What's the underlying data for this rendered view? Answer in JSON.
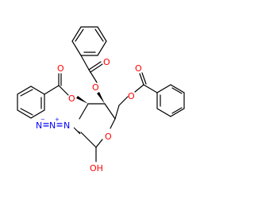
{
  "molecule": {
    "atom_labels": {
      "o_ring": "O",
      "oh": "OH",
      "o_ester_4": "O",
      "o_carbonyl_4": "O",
      "o_ester_3": "O",
      "o_carbonyl_3": "O",
      "o_ester_6": "O",
      "o_carbonyl_6": "O",
      "azide_n1": "N",
      "azide_n2": "N",
      "azide_n3": "N"
    },
    "charges": {
      "azide_n2": "+",
      "azide_n3": "−"
    }
  },
  "colors": {
    "bond": "#000000",
    "oxygen": "#ff0000",
    "nitrogen": "#0000ff",
    "background": "#ffffff"
  }
}
